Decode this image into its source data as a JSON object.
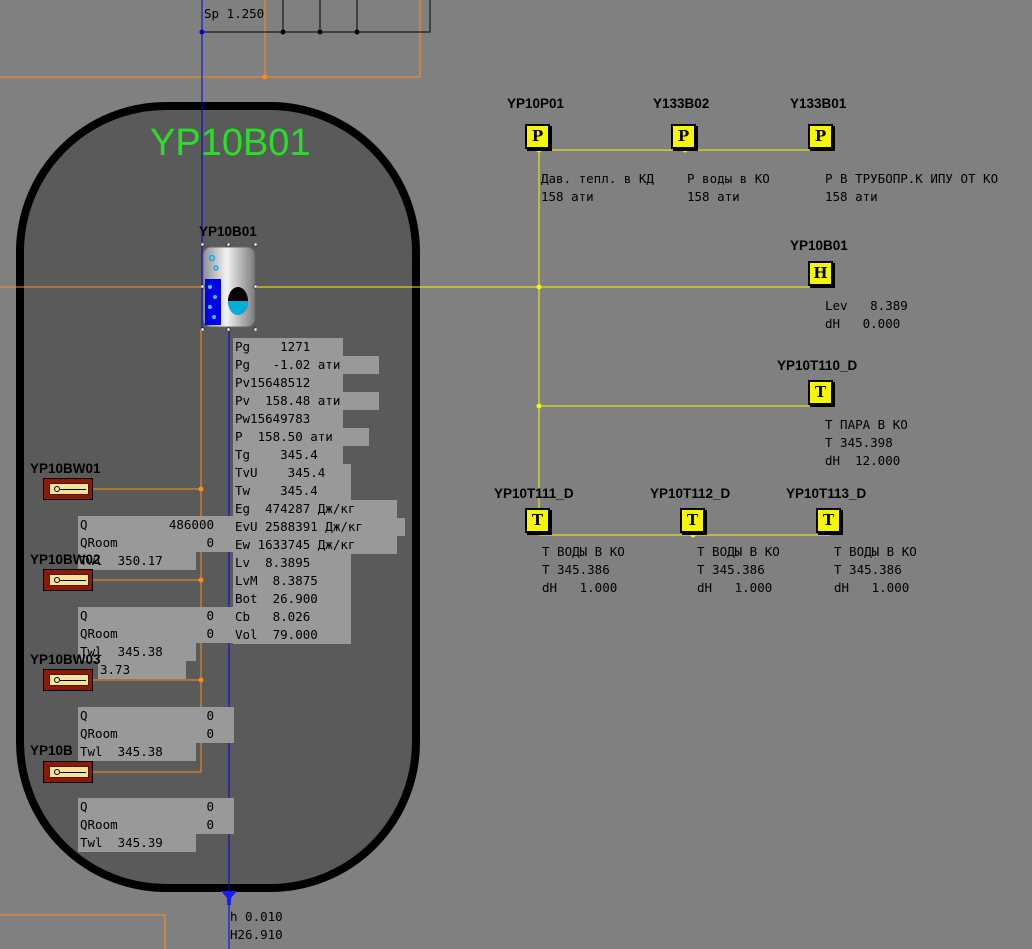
{
  "vessel": {
    "title": "YP10B01",
    "tank_label": "YP10B01"
  },
  "setpoint_label": "Sp 1.250",
  "main_readings": [
    "Pg    1271",
    "Pg   -1.02 ати",
    "Pv15648512",
    "Pv  158.48 ати",
    "Pw15649783",
    "P  158.50 ати",
    "Tg    345.4",
    "TvU    345.4",
    "Tw    345.4",
    "Eg  474287 Дж/кг",
    "EvU 2588391 Дж/кг",
    "Ew 1633745 Дж/кг",
    "Lv  8.3895",
    "LvM  8.3875",
    "Bot  26.900",
    "Cb   8.026",
    "Vol  79.000"
  ],
  "heaters": [
    {
      "tag": "YP10BW01",
      "q_label": "Q",
      "q_value": "486000",
      "qroom_label": "QRoom",
      "qroom_value": "0",
      "twl_text": "Twl  350.17"
    },
    {
      "tag": "YP10BW02",
      "q_label": "Q",
      "q_value": "0",
      "qroom_label": "QRoom",
      "qroom_value": "0",
      "twl_text": "Twl  345.38"
    },
    {
      "tag": "YP10BW03",
      "q_label": "Q",
      "q_value": "0",
      "qroom_label": "QRoom",
      "qroom_value": "0",
      "twl_text": "Twl  345.38"
    },
    {
      "tag": "YP10B",
      "q_label": "Q",
      "q_value": "0",
      "qroom_label": "QRoom",
      "qroom_value": "0",
      "twl_text": "Twl  345.39"
    }
  ],
  "overlap_values": {
    "bw01_extra": "3.73"
  },
  "bottom_readings": {
    "h": "h 0.010",
    "H": "H26.910"
  },
  "sensors": {
    "yp10p01": {
      "tag": "YP10P01",
      "symbol": "P",
      "line1": "Дав. тепл. в КД",
      "line2": "158 ати"
    },
    "y133b02": {
      "tag": "Y133B02",
      "symbol": "P",
      "line1": "P воды в КО",
      "line2": "158 ати"
    },
    "y133b01": {
      "tag": "Y133B01",
      "symbol": "P",
      "line1": "P В ТРУБОПР.К ИПУ ОТ КО",
      "line2": "158 ати"
    },
    "yp10b01": {
      "tag": "YP10B01",
      "symbol": "H",
      "line1": "Lev   8.389",
      "line2": "dH   0.000"
    },
    "yp10t110": {
      "tag": "YP10T110_D",
      "symbol": "T",
      "line1": "T ПАРА В КО",
      "line2": "T 345.398",
      "line3": "dH  12.000"
    },
    "yp10t111": {
      "tag": "YP10T111_D",
      "symbol": "T",
      "line1": "T ВОДЫ В КО",
      "line2": "T 345.386",
      "line3": "dH   1.000"
    },
    "yp10t112": {
      "tag": "YP10T112_D",
      "symbol": "T",
      "line1": "T ВОДЫ В КО",
      "line2": "T 345.386",
      "line3": "dH   1.000"
    },
    "yp10t113": {
      "tag": "YP10T113_D",
      "symbol": "T",
      "line1": "T ВОДЫ В КО",
      "line2": "T 345.386",
      "line3": "dH   1.000"
    }
  },
  "colors": {
    "background": "#808080",
    "vessel_fill": "#5a5a5a",
    "title_green": "#27e027",
    "signal_yellow": "#f6f600",
    "line_orange": "#ff8c1a",
    "line_blue": "#0000e0"
  },
  "icons": {
    "sensor": "square-sensor-icon",
    "heater": "heater-element-icon",
    "tank": "pressurizer-tank-icon",
    "valve": "funnel-valve-icon"
  }
}
